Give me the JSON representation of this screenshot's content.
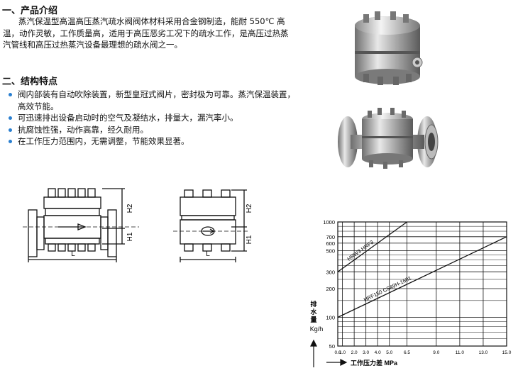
{
  "section1": {
    "title": "一、产品介绍",
    "lines": [
      "蒸汽保温型高温高压蒸汽疏水阀阀体材料采用合金钢制造，能耐 550℃ 高",
      "温，动作灵敏，工作质量高，适用于高压恶劣工况下的疏水工作，是高压过热蒸",
      "汽管线和高压过热蒸汽设备最理想的疏水阀之一。"
    ]
  },
  "section2": {
    "title": "二、结构特点",
    "items": [
      {
        "line1": "阀内部装有自动吹除装置，新型皇冠式阀片，密封极为可靠。蒸汽保温装置，",
        "line2": "高效节能。"
      },
      {
        "line1": "可迅速排出设备启动时的空气及凝结水，排量大，漏汽率小。",
        "line2": ""
      },
      {
        "line1": "抗腐蚀性强，动作高靠，经久耐用。",
        "line2": ""
      },
      {
        "line1": "在工作压力范围内，无需调整，节能效果显著。",
        "line2": ""
      }
    ],
    "bullet_color": "#2a7fd0"
  },
  "drawings": {
    "dim_h2": "H2",
    "dim_h1": "H1",
    "dim_l": "L"
  },
  "chart_data": {
    "type": "line",
    "x_ticks": [
      "0.6",
      "1.0",
      "2.0",
      "3.0",
      "4.0",
      "5.0",
      "6.5",
      "9.0",
      "11.0",
      "13.0",
      "15.0"
    ],
    "y_ticks": [
      "1000",
      "700",
      "600",
      "500",
      "300",
      "200",
      "100",
      "50"
    ],
    "y_axis_label": [
      "排",
      "水",
      "量",
      "Kg/h"
    ],
    "x_axis_label": "工作压力差  MPa",
    "series": [
      {
        "name": "HRW3  HRF3",
        "from": [
          0.6,
          300
        ],
        "to": [
          6.5,
          1000
        ]
      },
      {
        "name": "HRF150  CS49H-1601",
        "from": [
          0.6,
          100
        ],
        "to": [
          15.0,
          700
        ]
      }
    ],
    "xlim": [
      0.6,
      15.0
    ],
    "ylim": [
      50,
      1000
    ],
    "grid": true
  }
}
